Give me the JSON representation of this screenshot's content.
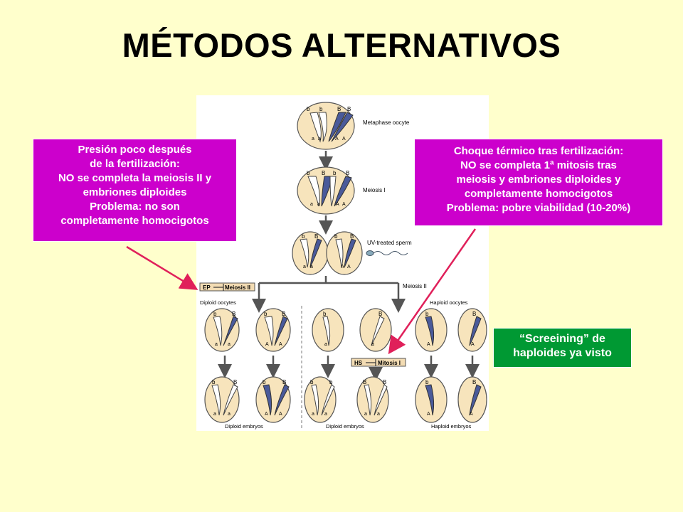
{
  "title": "MÉTODOS ALTERNATIVOS",
  "pressure_box": {
    "lines": [
      "Presión poco después",
      "de la fertilización:",
      "NO se completa la meiosis II y",
      "embriones diploides",
      "Problema: no son",
      "completamente homocigotos"
    ]
  },
  "heat_box": {
    "lines": [
      "Choque térmico tras  fertilización:",
      "NO se completa 1ª mitosis tras",
      "meiosis y embriones diploides y",
      "completamente homocigotos",
      "Problema: pobre viabilidad (10-20%)"
    ]
  },
  "screening_box": {
    "lines": [
      "“Screeining” de",
      "haploides ya visto"
    ]
  },
  "figure": {
    "metaphase_label": "Metaphase oocyte",
    "meiosis1_label": "Meiosis I",
    "sperm_label": "UV-treated sperm",
    "meiosis2_label": "Meiosis II",
    "ep_label": "EP",
    "ep_block": "Meiosis II",
    "hs_label": "HS",
    "hs_block": "Mitosis I",
    "diploid_oocytes": "Diploid oocytes",
    "haploid_oocytes": "Haploid oocytes",
    "diploid_embryos_1": "Diploid embryos",
    "diploid_embryos_2": "Diploid embryos",
    "haploid_embryos": "Haploid embryos",
    "allele_b": "b",
    "allele_B": "B",
    "allele_a": "a",
    "allele_A": "A"
  },
  "colors": {
    "magenta": "#cc00cc",
    "green": "#009933",
    "chromosome_blue": "#4a5a9a",
    "cell_fill": "#f7e4bc",
    "arrow": "#e0205a"
  }
}
